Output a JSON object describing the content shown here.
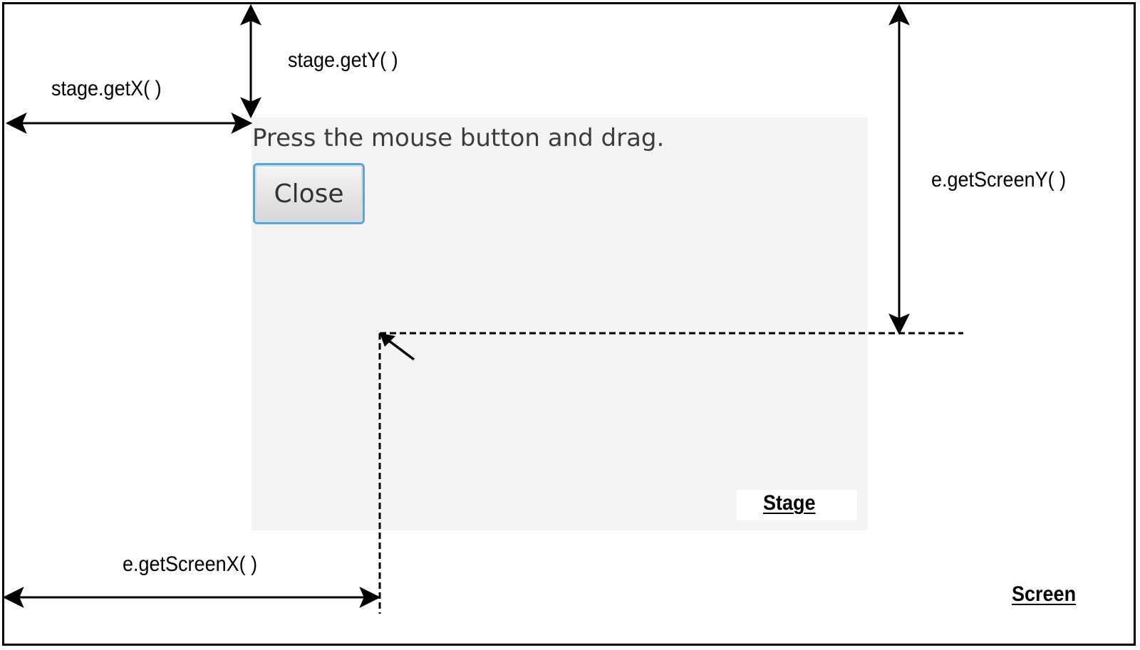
{
  "stage_window": {
    "message": "Press the mouse button and drag.",
    "close_label": "Close"
  },
  "labels": {
    "stage_get_x": "stage.getX( )",
    "stage_get_y": "stage.getY( )",
    "screen_y": "e.getScreenY( )",
    "screen_x": "e.getScreenX( )",
    "stage": "Stage",
    "screen": "Screen"
  }
}
